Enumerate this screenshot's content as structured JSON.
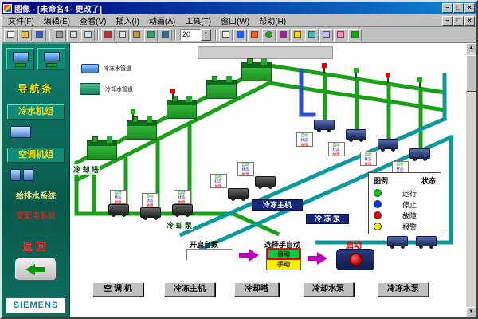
{
  "window": {
    "title": "图像 - [未命名4 - 更改了]",
    "min": "–",
    "max": "□",
    "restore": "□",
    "close": "×"
  },
  "menu": {
    "items": [
      "文件(F)",
      "编辑(E)",
      "查看(V)",
      "插入(I)",
      "动画(A)",
      "工具(T)",
      "窗口(W)",
      "帮助(H)"
    ]
  },
  "toolbar": {
    "zoom_value": "20",
    "icons": [
      "new",
      "open",
      "save",
      "print",
      "print-preview",
      "find",
      "cut",
      "copy",
      "paste",
      "undo",
      "redo",
      "zoom-combo",
      "select",
      "line",
      "rectangle",
      "ellipse",
      "polygon",
      "text",
      "image",
      "button",
      "animation",
      "run"
    ]
  },
  "sidebar": {
    "nav": "导航条",
    "item1": "冷水机组",
    "item2": "空调机组",
    "item3": "给排水系统",
    "item4": "变配电系统",
    "back": "返回",
    "brand": "SIEMENS"
  },
  "diagram": {
    "pipe_legend": {
      "chilled": "冷冻水管道",
      "chilled_color": "#2f7bd0",
      "cooling": "冷却水管道",
      "cooling_color": "#12805a"
    },
    "labels": {
      "cooling_tower": "冷 却 塔",
      "cooling_pump": "冷 却 泵",
      "chiller": "冷冻主机",
      "freeze_pump": "冷 冻 泵"
    },
    "pump_tag": {
      "l1": "自动",
      "l2": "状态",
      "l3": "故障"
    },
    "legend": {
      "title": "图例",
      "status": "状态",
      "run": "运行",
      "run_color": "#00cc00",
      "stop": "停止",
      "stop_color": "#0033ff",
      "fault": "故障",
      "fault_color": "#ee0000",
      "alarm": "报警",
      "alarm_color": "#eeee00"
    },
    "controls": {
      "count_label": "开启台数",
      "count_value": "",
      "select_label": "选择手自动",
      "auto": "自动",
      "manual": "手动",
      "start_label": "启动"
    },
    "buttons": {
      "b1": "空 调 机",
      "b2": "冷冻主机",
      "b3": "冷却塔",
      "b4": "冷却水泵",
      "b5": "冷冻水泵"
    }
  }
}
